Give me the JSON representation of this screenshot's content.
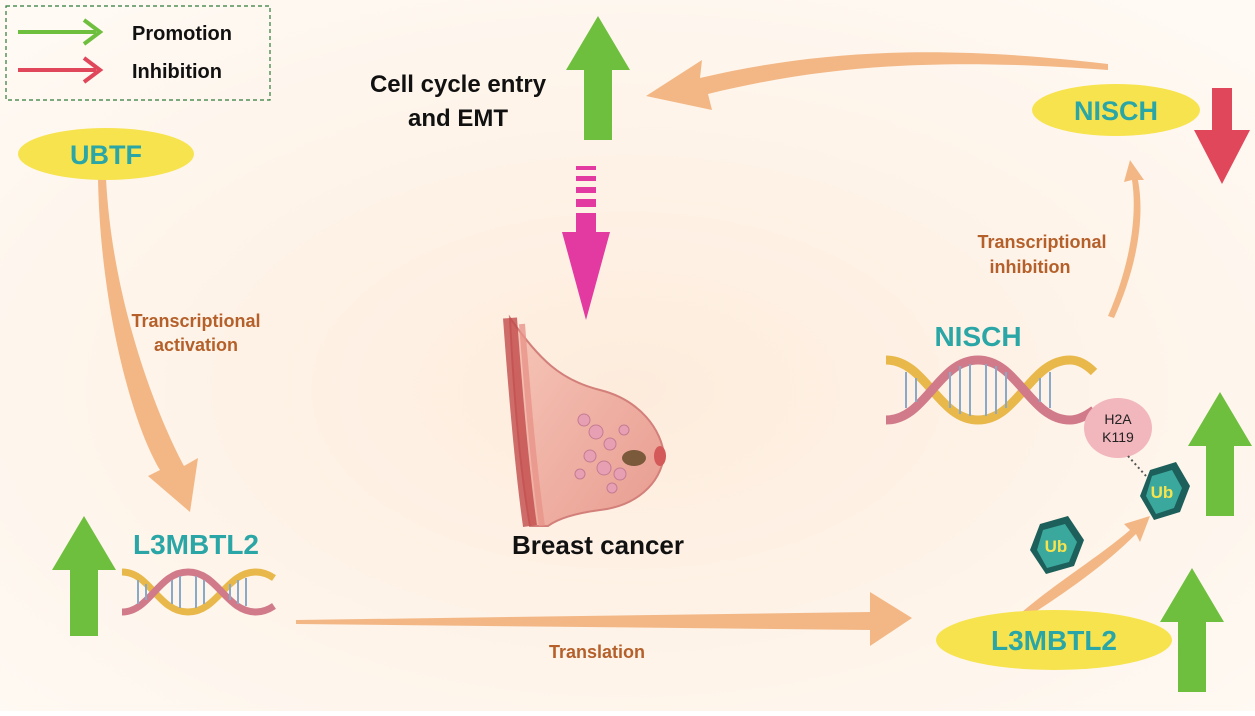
{
  "legend": {
    "promotion_label": "Promotion",
    "inhibition_label": "Inhibition",
    "promotion_color": "#6fbf3f",
    "inhibition_color": "#e0475a"
  },
  "nodes": {
    "ubtf": "UBTF",
    "l3mbtl2_left": "L3MBTL2",
    "l3mbtl2_right": "L3MBTL2",
    "nisch_top": "NISCH",
    "nisch_dna": "NISCH",
    "outcome_line1": "Cell cycle entry",
    "outcome_line2": "and EMT",
    "breast_cancer": "Breast cancer"
  },
  "edges": {
    "transcriptional_activation_line1": "Transcriptional",
    "transcriptional_activation_line2": "activation",
    "translation": "Translation",
    "transcriptional_inhibition_line1": "Transcriptional",
    "transcriptional_inhibition_line2": "inhibition"
  },
  "histone": {
    "line1": "H2A",
    "line2": "K119"
  },
  "ubiquitin": {
    "label_a": "Ub",
    "label_b": "Ub"
  },
  "colors": {
    "background": "#fdf0e4",
    "node_fill": "#f7e34e",
    "node_text": "#2aa6a6",
    "edge_label": "#b5602a",
    "flow_arrow": "#f2b07a",
    "pink_arrow": "#e23aa0",
    "up_arrow": "#6fbf3f",
    "down_arrow": "#e0475a"
  }
}
